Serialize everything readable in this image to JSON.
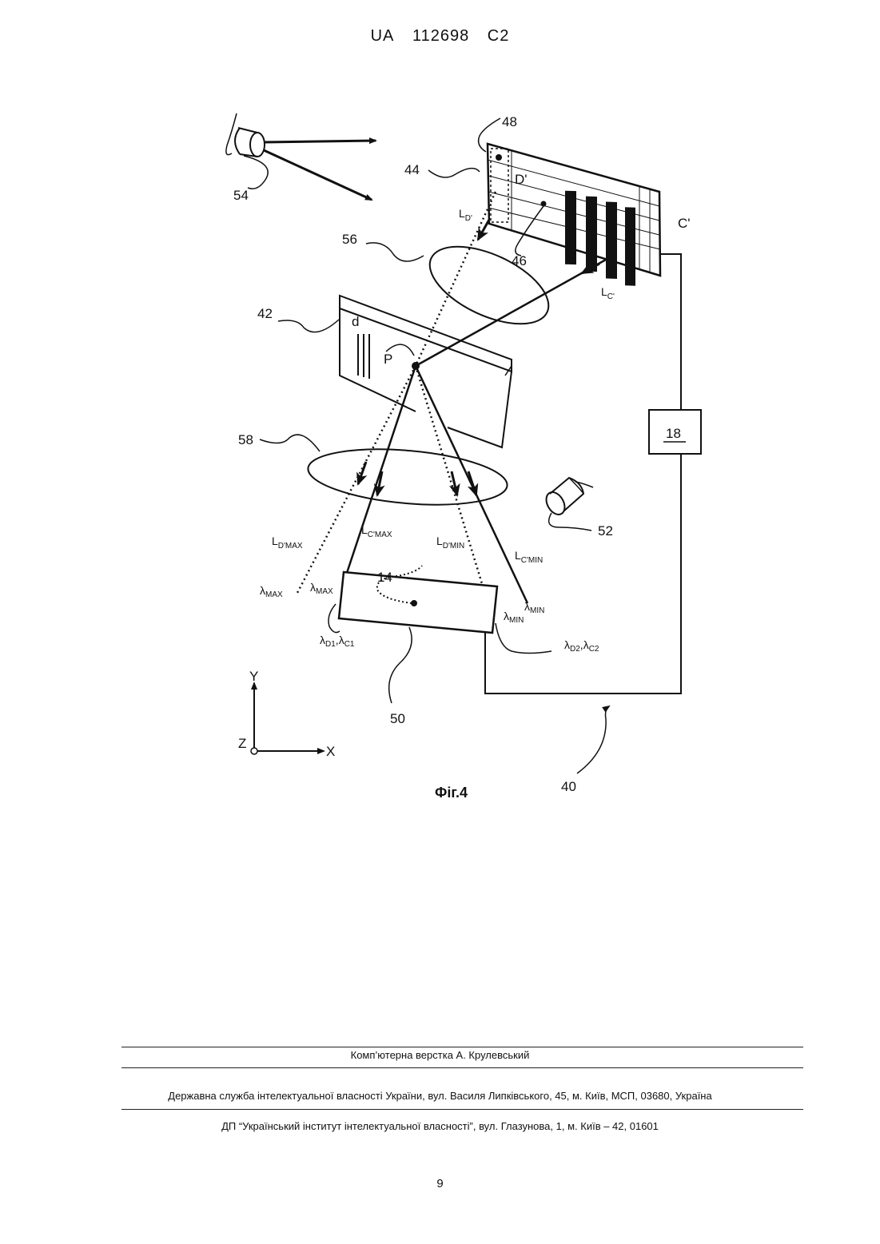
{
  "header": {
    "country": "UA",
    "number": "112698",
    "kind": "C2"
  },
  "figure": {
    "caption": "Фіг.4",
    "labels": {
      "l48": "48",
      "l44": "44",
      "l54": "54",
      "l56": "56",
      "l46": "46",
      "l42": "42",
      "l58": "58",
      "l52": "52",
      "l14": "14",
      "l50": "50",
      "l40": "40",
      "l18": "18",
      "Cprime": "C'",
      "Dprime": "D'",
      "P": "P",
      "d": "d",
      "L": "L",
      "LDsub": "D'",
      "LCsub": "C'",
      "LDmax_sub": "D'MAX",
      "LCmax_sub": "C'MAX",
      "LDmin_sub": "D'MIN",
      "LCmin_sub": "C'MIN",
      "lambda": "λ",
      "MAX": "MAX",
      "MIN": "MIN",
      "D1": "D1",
      "C1": "C1",
      "D2": "D2",
      "C2": "C2",
      "comma": ",",
      "axisX": "X",
      "axisY": "Y",
      "axisZ": "Z"
    }
  },
  "footer": {
    "layout": "Комп’ютерна верстка А. Крулевський",
    "office": "Державна служба інтелектуальної власності України, вул. Василя Липківського, 45, м. Київ, МСП, 03680, Україна",
    "institute": "ДП “Український інститут інтелектуальної власності”, вул. Глазунова, 1, м. Київ – 42, 01601",
    "page_number": "9"
  }
}
